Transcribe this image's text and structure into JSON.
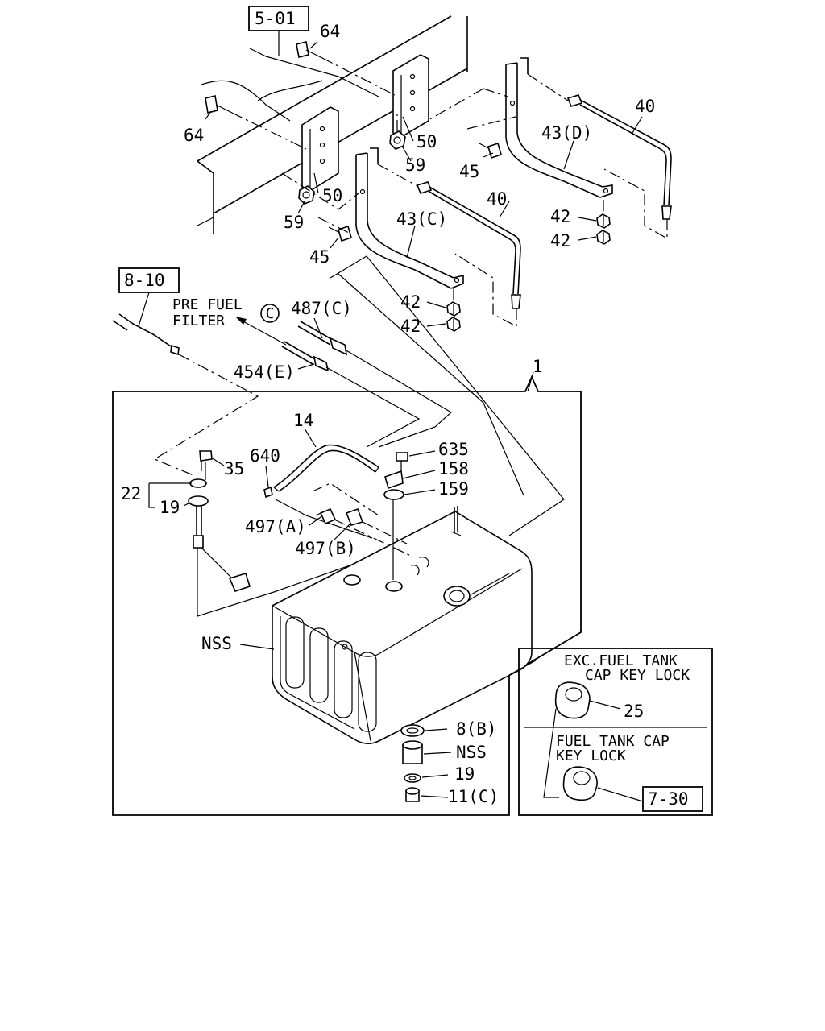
{
  "refs": {
    "r501": "5-01",
    "r810": "8-10",
    "r730": "7-30"
  },
  "labels": {
    "p64a": "64",
    "p64b": "64",
    "p50a": "50",
    "p50b": "50",
    "p59a": "59",
    "p59b": "59",
    "p45a": "45",
    "p45b": "45",
    "p40a": "40",
    "p40b": "40",
    "p43d": "43(D)",
    "p43c": "43(C)",
    "p42a": "42",
    "p42b": "42",
    "p42c": "42",
    "p42d": "42",
    "p487c": "487(C)",
    "p454e": "454(E)",
    "p1": "1",
    "p14": "14",
    "p640": "640",
    "p35": "35",
    "p22": "22",
    "p19a": "19",
    "p635": "635",
    "p158": "158",
    "p159": "159",
    "p497a": "497(A)",
    "p497b": "497(B)",
    "nss1": "NSS",
    "p8b": "8(B)",
    "nss2": "NSS",
    "p19b": "19",
    "p11c": "11(C)",
    "p25": "25",
    "circleC": "C"
  },
  "prefuel": {
    "line1": "PRE FUEL",
    "line2": "FILTER"
  },
  "inset": {
    "exc_line1": "EXC.FUEL TANK",
    "exc_line2": "CAP KEY LOCK",
    "key_line1": "FUEL TANK CAP",
    "key_line2": "KEY LOCK"
  }
}
